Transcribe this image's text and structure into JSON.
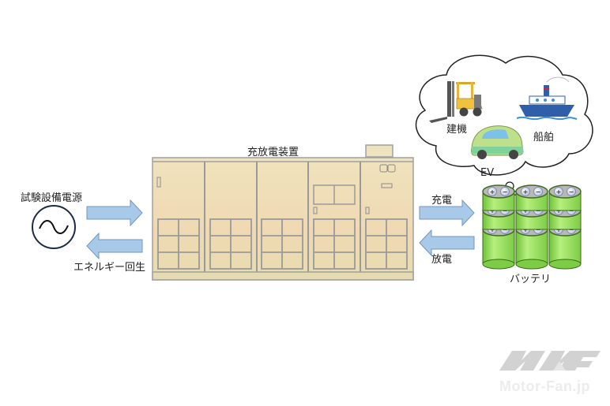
{
  "diagram": {
    "power_source": {
      "label": "試験設備電源",
      "icon": "ac-source-icon"
    },
    "regen_label": "エネルギー回生",
    "device": {
      "label": "充放電装置",
      "cabinet_count": 5
    },
    "charge_label": "充電",
    "discharge_label": "放電",
    "battery": {
      "label": "バッテリ",
      "cells": 9
    },
    "thought_bubble": {
      "items": [
        {
          "label": "建機",
          "icon": "forklift-icon"
        },
        {
          "label": "船舶",
          "icon": "ship-icon"
        },
        {
          "label": "EV",
          "icon": "ev-car-icon"
        }
      ]
    },
    "colors": {
      "arrow_fill": "#a9c9e8",
      "arrow_stroke": "#6f96be",
      "cabinet_fill": "#ecdcb4",
      "cabinet_stroke": "#9a9a9a",
      "battery_green": "#8fd655",
      "watermark": "#d0d0d0"
    }
  },
  "watermark": {
    "brand": "Motor-Fan.jp",
    "logo": "mf-logo-icon"
  }
}
